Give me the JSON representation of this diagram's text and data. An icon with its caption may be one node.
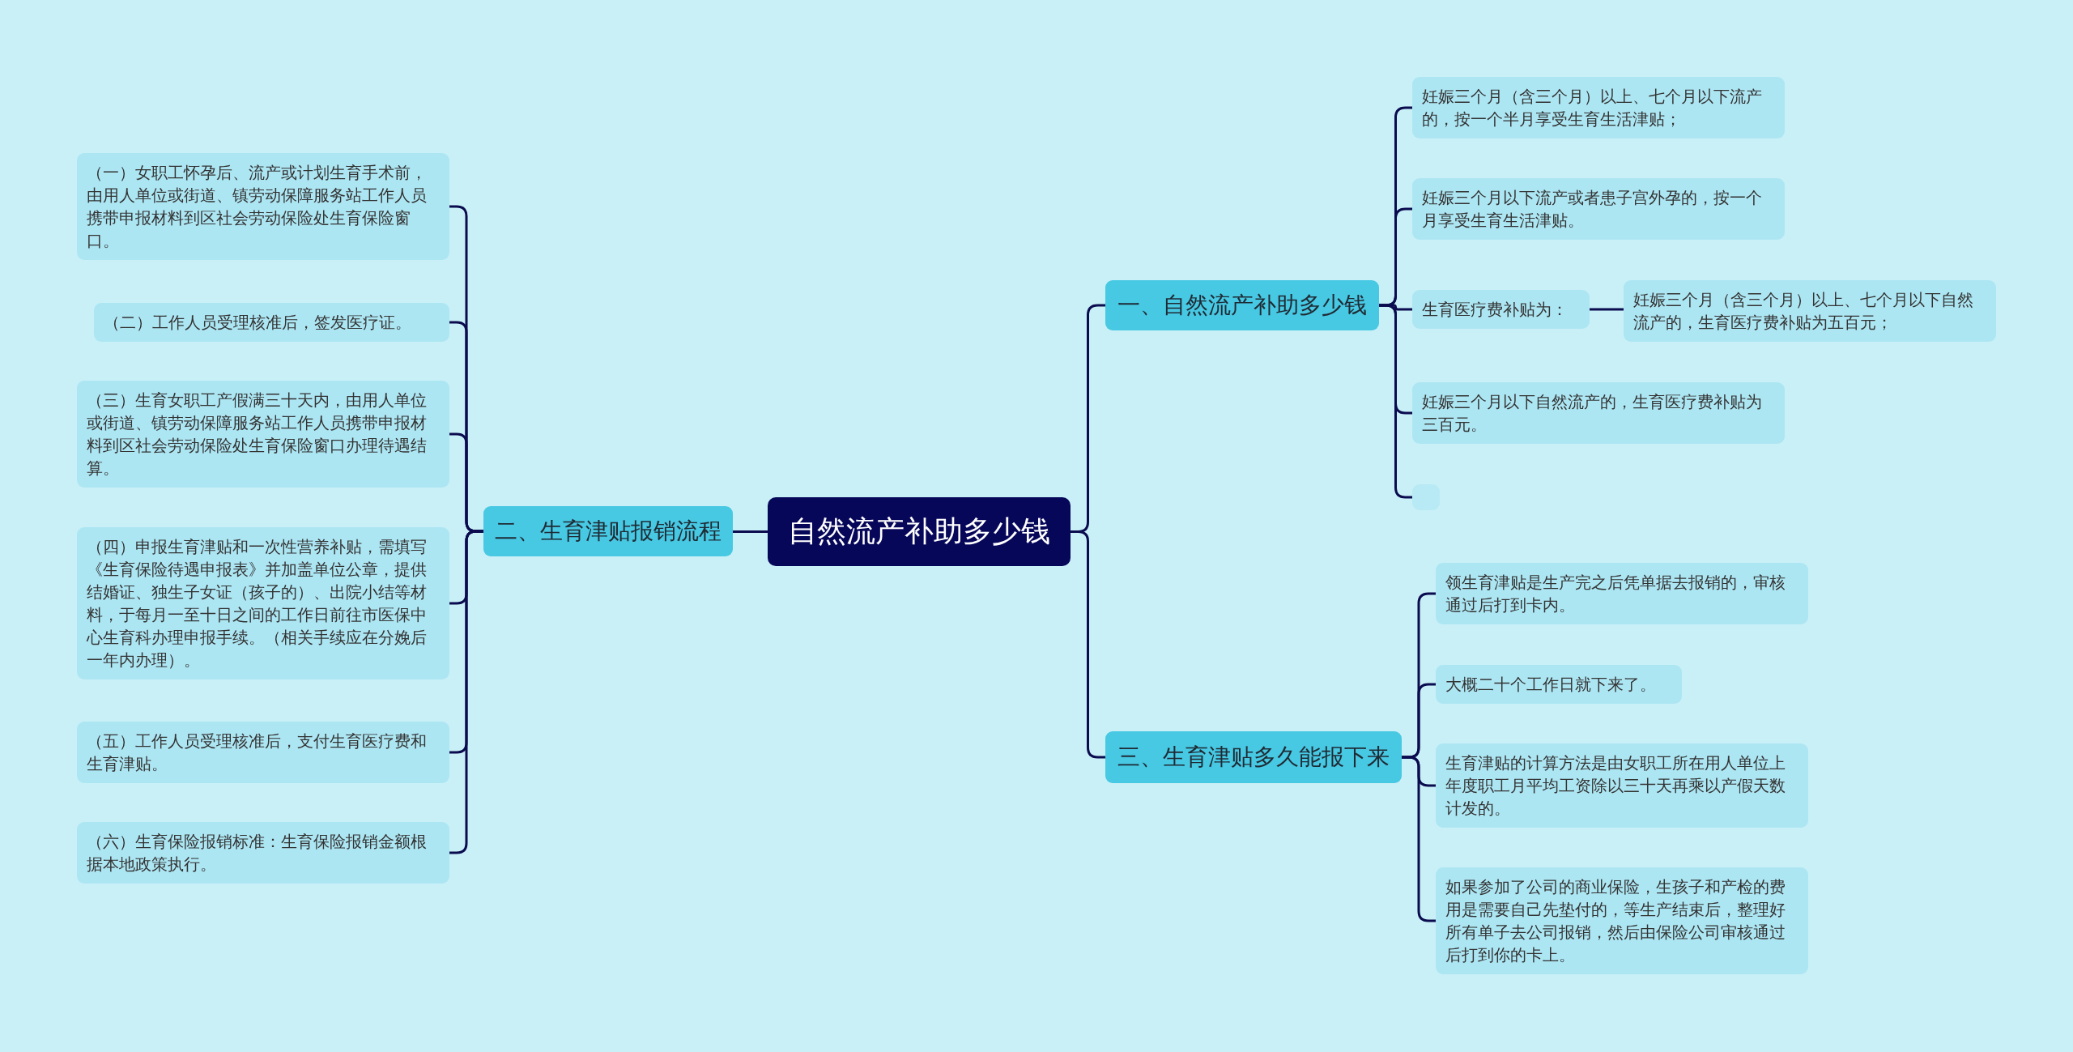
{
  "diagram": {
    "nodes": [
      {
        "text": [
          "自然流产补助多少钱"
        ]
      },
      {
        "text": [
          "一、自然流产补助多少钱"
        ]
      },
      {
        "text": [
          "妊娠三个月（含三个月）以上、七个月以下流产的，按一个半月享受生育生活津贴；"
        ]
      },
      {
        "text": [
          "妊娠三个月以下流产或者患子宫外孕的，按一个月享受生育生活津贴。"
        ]
      },
      {
        "text": [
          "生育医疗费补贴为："
        ]
      },
      {
        "text": [
          "妊娠三个月（含三个月）以上、七个月以下自然流产的，生育医疗费补贴为五百元；"
        ]
      },
      {
        "text": [
          "妊娠三个月以下自然流产的，生育医疗费补贴为三百元。"
        ]
      },
      {
        "text": [],
        "shape": "box"
      },
      {
        "text": [
          "二、生育津贴报销流程"
        ]
      },
      {
        "text": [
          "（一）女职工怀孕后、流产或计划生育手术前，由用人单位或街道、镇劳动保障服务站工作人员携带申报材料到区社会劳动保险处生育保险窗口。"
        ]
      },
      {
        "text": [
          "（二）工作人员受理核准后，签发医疗证。"
        ]
      },
      {
        "text": [
          "（三）生育女职工产假满三十天内，由用人单位或街道、镇劳动保障服务站工作人员携带申报材料到区社会劳动保险处生育保险窗口办理待遇结算。"
        ]
      },
      {
        "text": [
          "（四）申报生育津贴和一次性营养补贴，需填写《生育保险待遇申报表》并加盖单位公章，提供结婚证、独生子女证（孩子的）、出院小结等材料，于每月一至十日之间的工作日前往市医保中心生育科办理申报手续。（相关手续应在分娩后一年内办理）。"
        ]
      },
      {
        "text": [
          "（五）工作人员受理核准后，支付生育医疗费和生育津贴。"
        ]
      },
      {
        "text": [
          "（六）生育保险报销标准：生育保险报销金额根据本地政策执行。"
        ]
      },
      {
        "text": [
          "三、生育津贴多久能报下来"
        ]
      },
      {
        "text": [
          "领生育津贴是生产完之后凭单据去报销的，审核通过后打到卡内。"
        ]
      },
      {
        "text": [
          "大概二十个工作日就下来了。"
        ]
      },
      {
        "text": [
          "生育津贴的计算方法是由女职工所在用人单位上年度职工月平均工资除以三十天再乘以产假天数计发的。"
        ]
      },
      {
        "text": [
          "如果参加了公司的商业保险，生孩子和产检的费用是需要自己先垫付的，等生产结束后，整理好所有单子去公司报销，然后由保险公司审核通过后打到你的卡上。"
        ]
      }
    ],
    "edges": [
      {
        "from": 0,
        "to": 1,
        "arrow": "none"
      },
      {
        "from": 1,
        "to": 2,
        "arrow": "none"
      },
      {
        "from": 1,
        "to": 3,
        "arrow": "none"
      },
      {
        "from": 1,
        "to": 4,
        "arrow": "none"
      },
      {
        "from": 4,
        "to": 5,
        "arrow": "none"
      },
      {
        "from": 1,
        "to": 6,
        "arrow": "none"
      },
      {
        "from": 1,
        "to": 7,
        "arrow": "none"
      },
      {
        "from": 0,
        "to": 8,
        "arrow": "none"
      },
      {
        "from": 8,
        "to": 9,
        "arrow": "none"
      },
      {
        "from": 8,
        "to": 10,
        "arrow": "none"
      },
      {
        "from": 8,
        "to": 11,
        "arrow": "none"
      },
      {
        "from": 8,
        "to": 12,
        "arrow": "none"
      },
      {
        "from": 8,
        "to": 13,
        "arrow": "none"
      },
      {
        "from": 8,
        "to": 14,
        "arrow": "none"
      },
      {
        "from": 0,
        "to": 15,
        "arrow": "none"
      },
      {
        "from": 15,
        "to": 16,
        "arrow": "none"
      },
      {
        "from": 15,
        "to": 17,
        "arrow": "none"
      },
      {
        "from": 15,
        "to": 18,
        "arrow": "none"
      },
      {
        "from": 15,
        "to": 19,
        "arrow": "none"
      }
    ]
  }
}
